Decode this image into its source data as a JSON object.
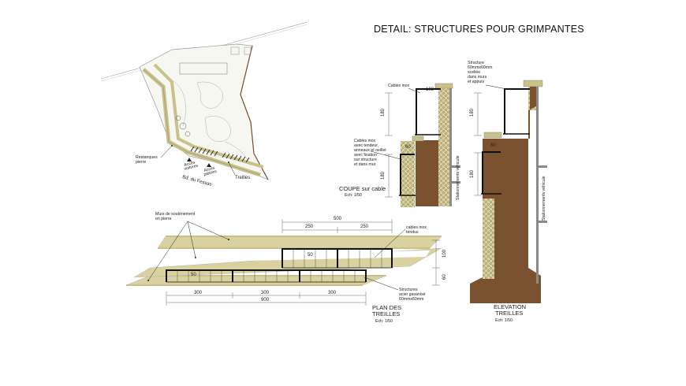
{
  "title": "DETAIL:  STRUCTURES POUR GRIMPANTES",
  "site_plan": {
    "label_wall": [
      "Restanques",
      "pierre"
    ],
    "label_trellis": "Treilles",
    "label_road": "Bd. du Fessas",
    "small_note_a": [
      "Accès",
      "voitures"
    ],
    "small_note_b": [
      "Accès",
      "piétons"
    ]
  },
  "section": {
    "label_cables": "Cables inox",
    "dim_top": "103",
    "dim_upper": "180",
    "dim_mid": "60",
    "dim_lower": "180",
    "label_cable_detail": [
      "Cables inox",
      "avec tendeur,",
      "anneaux et oeillet",
      "avec fixation",
      "sur structure",
      "et dans mur."
    ],
    "label_parking": "Stationnements véhicule",
    "title": "COUPE sur cable",
    "scale": "Ech: 1/50"
  },
  "elevation": {
    "label_structure": [
      "Structure",
      "60mmx60mm",
      "scellée",
      "dans murs",
      "et appuis"
    ],
    "dim_upper": "180",
    "dim_mid": "60",
    "dim_lower": "180",
    "label_parking": "Stationnements véhicule",
    "title": [
      "ELEVATION",
      "TREILLES"
    ],
    "scale": "Ech: 1/50"
  },
  "plan": {
    "label_wall": [
      "Murs de soutènement",
      "en pierre"
    ],
    "label_cables": [
      "cables inox",
      "tendus"
    ],
    "label_steel": [
      "Structures",
      "acier gavanisé",
      "60mmx60mm"
    ],
    "dim_total_top": "500",
    "dim_a": "250",
    "dim_b": "250",
    "dim_inner_top": "50",
    "dim_inner_bottom": "50",
    "dim_right_a": "100",
    "dim_right_b": "60",
    "dim_c": "300",
    "dim_d": "300",
    "dim_e": "300",
    "dim_total_bottom": "900",
    "title": [
      "PLAN DES",
      "TREILLES"
    ],
    "scale": "Ech: 1/50"
  }
}
